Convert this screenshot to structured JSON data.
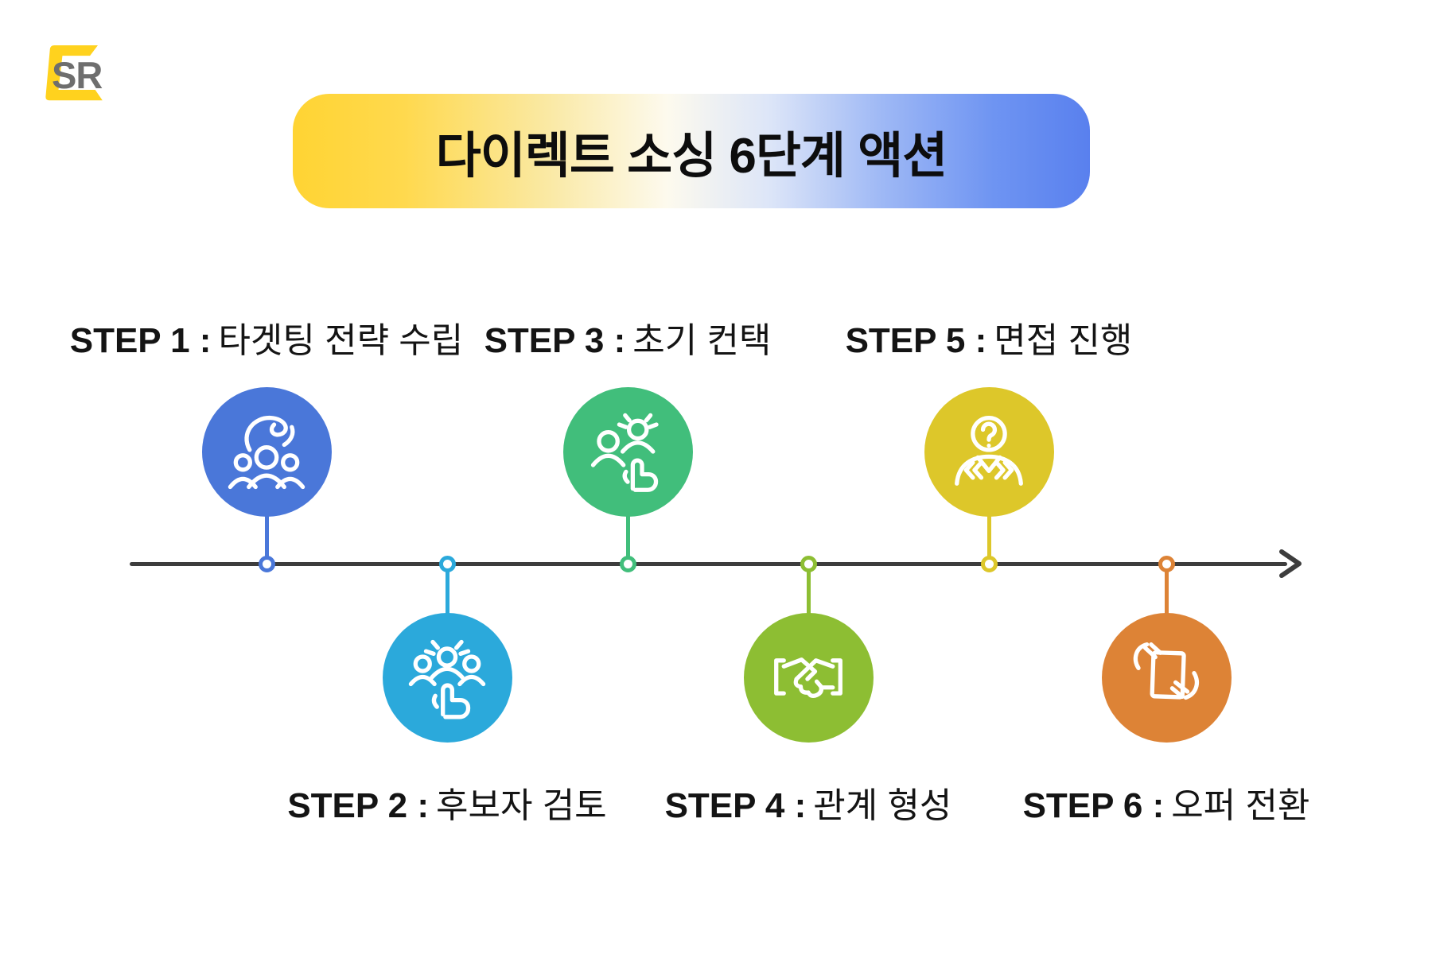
{
  "logo": {
    "text": "SR"
  },
  "title": {
    "text": "다이렉트 소싱 6단계 액션"
  },
  "banner": {
    "gradient_left": "#FFD433",
    "gradient_right": "#5980EE"
  },
  "timeline": {
    "color": "#3D3D3D"
  },
  "steps": [
    {
      "step_label": "STEP 1 :",
      "name": "타겟팅 전략 수립",
      "color": "#4A77D9",
      "position": "top",
      "icon": "talent-targeting-icon"
    },
    {
      "step_label": "STEP 2 :",
      "name": "후보자 검토",
      "color": "#2BA9DB",
      "position": "bottom",
      "icon": "candidate-review-icon"
    },
    {
      "step_label": "STEP 3 :",
      "name": "초기 컨택",
      "color": "#41BE7B",
      "position": "top",
      "icon": "initial-contact-icon"
    },
    {
      "step_label": "STEP 4 :",
      "name": "관계 형성",
      "color": "#8DBE33",
      "position": "bottom",
      "icon": "handshake-icon"
    },
    {
      "step_label": "STEP 5 :",
      "name": "면접 진행",
      "color": "#DDC72A",
      "position": "top",
      "icon": "interview-icon"
    },
    {
      "step_label": "STEP 6 :",
      "name": "오퍼 전환",
      "color": "#DD8336",
      "position": "bottom",
      "icon": "offer-document-icon"
    }
  ]
}
